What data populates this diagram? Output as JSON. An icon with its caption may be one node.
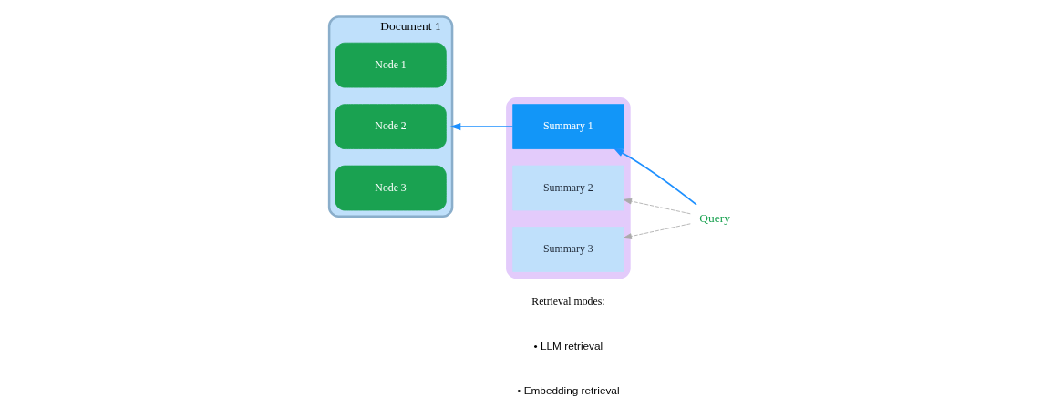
{
  "diagram": {
    "nodes": [
      {
        "text": [
          "Document 1"
        ]
      },
      {
        "text": [
          "Node 1"
        ],
        "in": 0
      },
      {
        "text": [
          "Node 2"
        ],
        "in": 0
      },
      {
        "text": [
          "Node 3"
        ],
        "in": 0
      },
      {
        "text": [],
        "shape": "cylinder"
      },
      {
        "text": [
          "Summary 1"
        ],
        "in": 4
      },
      {
        "text": [
          "Summary 2"
        ],
        "in": 4
      },
      {
        "text": [
          "Summary 3"
        ],
        "in": 4
      },
      {
        "text": [
          "Query"
        ]
      }
    ],
    "edges": [
      {
        "from": 5,
        "to": 0,
        "arrow": "to",
        "color": "#1e90ff"
      },
      {
        "from": 8,
        "to": 5,
        "arrow": "to",
        "color": "#1e90ff"
      },
      {
        "from": 8,
        "to": 6,
        "arrow": "to",
        "style": "dashed",
        "color": "#aaaaaa"
      },
      {
        "from": 8,
        "to": 7,
        "arrow": "to",
        "style": "dashed",
        "color": "#aaaaaa"
      }
    ],
    "labels": [
      "Retrieval modes:",
      "• LLM retrieval",
      "• Embedding retrieval"
    ]
  }
}
